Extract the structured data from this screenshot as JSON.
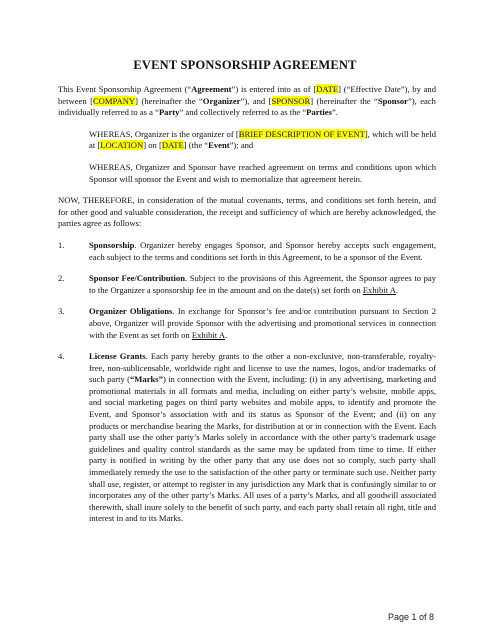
{
  "title": "EVENT SPONSORSHIP AGREEMENT",
  "intro": {
    "t1": "This Event Sponsorship Agreement (“",
    "agreement": "Agreement",
    "t2": "”) is entered into as of [",
    "date1": "DATE",
    "t3": "] (“Effective Date”), by and between [",
    "company": "COMPANY",
    "t4": "] (hereinafter the “",
    "organizer": "Organizer",
    "t5": "”), and [",
    "sponsor_ph": "SPONSOR",
    "t6": "] (hereinafter the “",
    "sponsor": "Sponsor",
    "t7": "”), each individually referred to as a “",
    "party": "Party",
    "t8": "” and collectively referred to as the “",
    "parties": "Parties",
    "t9": "”."
  },
  "whereas1": {
    "t1": "WHEREAS, Organizer is the organizer of [",
    "brief": "BRIEF DESCRIPTION OF EVENT",
    "t2": "], which will be held at [",
    "location": "LOCATION",
    "t3": "] on [",
    "date": "DATE",
    "t4": "] (the “",
    "event": "Event",
    "t5": "”); and"
  },
  "whereas2": "WHEREAS, Organizer and Sponsor have reached agreement on terms and conditions upon which Sponsor will sponsor the Event and wish to memorialize that agreement herein.",
  "now_therefore": "NOW, THEREFORE, in consideration of the mutual covenants, terms, and conditions set forth herein, and for other good and valuable consideration, the receipt and sufficiency of which are hereby acknowledged, the parties agree as follows:",
  "sections": {
    "s1": {
      "num": "1.",
      "heading": "Sponsorship",
      "text": ". Organizer hereby engages Sponsor, and Sponsor hereby accepts such engagement, each subject to the terms and conditions set forth in this Agreement, to be a sponsor of the Event."
    },
    "s2": {
      "num": "2.",
      "heading": "Sponsor Fee/Contribution",
      "text": ". Subject to the provisions of this Agreement, the Sponsor agrees to pay to the Organizer a sponsorship fee in the amount and on the date(s) set forth on ",
      "link": "Exhibit A",
      "end": "."
    },
    "s3": {
      "num": "3.",
      "heading": "Organizer Obligations",
      "text": ". In exchange for Sponsor’s fee and/or contribution pursuant to Section 2 above, Organizer will provide Sponsor with the advertising and promotional services in connection with the Event as set forth on ",
      "link": "Exhibit A",
      "end": "."
    },
    "s4": {
      "num": "4.",
      "heading": "License Grants",
      "t1": ". Each party hereby grants to the other a non-exclusive, non-transferable, royalty-free, non-sublicensable, worldwide right and license to use the names, logos, and/or trademarks of such party (",
      "marks": "“Marks”",
      "t2": ") in connection with the Event, including: (i) in any advertising, marketing and promotional materials in all formats and media, including on either party’s website, mobile apps, and social marketing pages on third party websites and mobile apps, to identify and promote the Event, and Sponsor’s association with and its status as Sponsor of the Event; and (ii) on any products or merchandise bearing the Marks, for distribution at or in connection with the Event. Each party shall use the other party’s Marks solely in accordance with the other party’s trademark usage guidelines and quality control standards as the same may be updated from time to time. If either party is notified in writing by the other party that any use does not so comply, such party shall immediately remedy the use to the satisfaction of the other party or terminate such use. Neither party shall use, register, or attempt to register in any jurisdiction any Mark that is confusingly similar to or incorporates any of the other party’s Marks. All uses of a party’s Marks, and all goodwill associated therewith, shall inure solely to the benefit of such party, and each party shall retain all right, title and interest in and to its Marks."
    }
  },
  "footer": "Page 1 of 8",
  "colors": {
    "highlight": "#ffff00"
  }
}
